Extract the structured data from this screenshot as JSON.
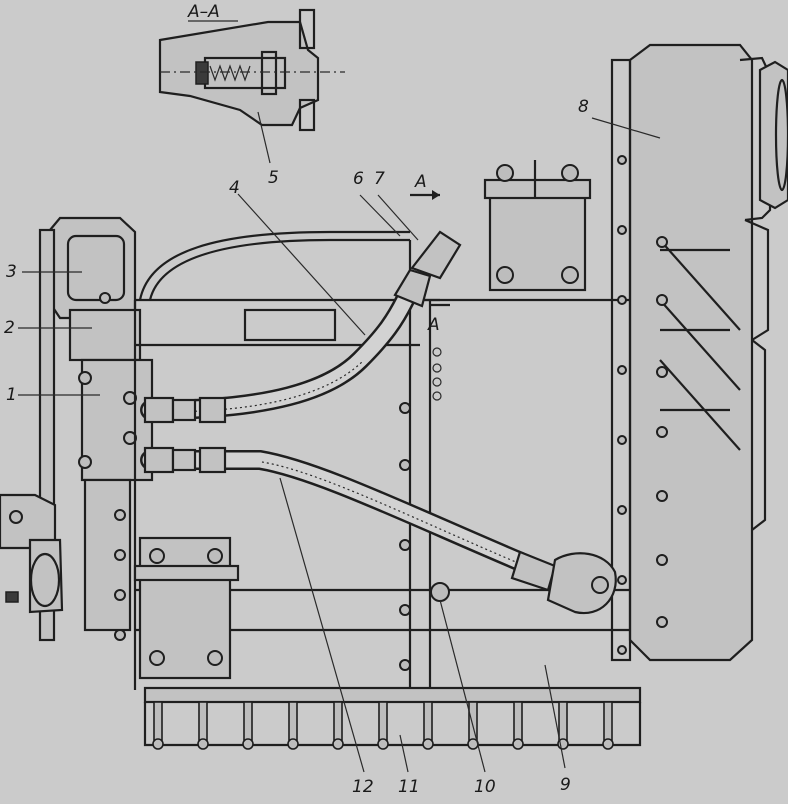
{
  "section": {
    "title": "А–А"
  },
  "section_marks": {
    "upper": "А",
    "lower": "А"
  },
  "callouts": {
    "c1": "1",
    "c2": "2",
    "c3": "3",
    "c4": "4",
    "c5": "5",
    "c6": "6",
    "c7": "7",
    "c8": "8",
    "c9": "9",
    "c10": "10",
    "c11": "11",
    "c12": "12"
  }
}
